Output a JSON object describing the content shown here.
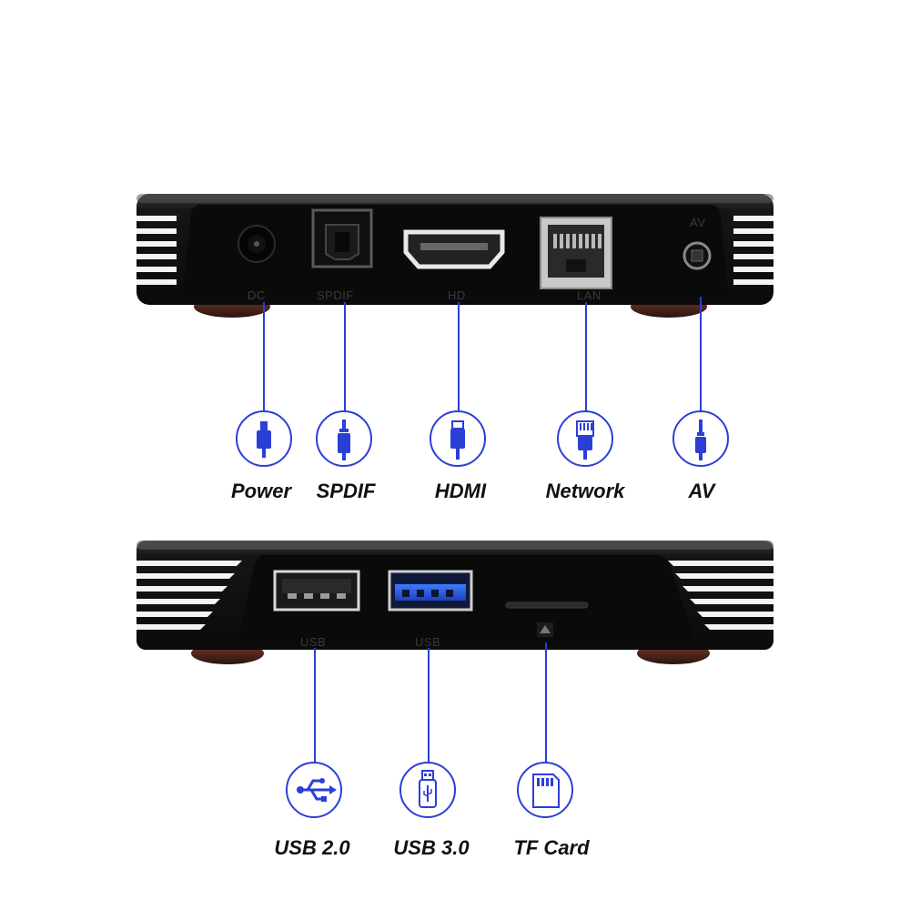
{
  "accent_color": "#2b3fd6",
  "top_panel": {
    "port_markings": {
      "dc": "DC",
      "spdif": "SPDIF",
      "hd": "HD",
      "lan": "LAN",
      "av": "AV"
    },
    "callouts": [
      {
        "label": "Power",
        "icon": "power-plug-icon"
      },
      {
        "label": "SPDIF",
        "icon": "audio-jack-icon"
      },
      {
        "label": "HDMI",
        "icon": "hdmi-cable-icon"
      },
      {
        "label": "Network",
        "icon": "rj45-connector-icon"
      },
      {
        "label": "AV",
        "icon": "av-jack-icon"
      }
    ]
  },
  "bottom_panel": {
    "port_markings": {
      "usb_a": "USB",
      "usb_b": "USB"
    },
    "callouts": [
      {
        "label": "USB 2.0",
        "icon": "usb-symbol-icon"
      },
      {
        "label": "USB 3.0",
        "icon": "usb-stick-icon"
      },
      {
        "label": "TF Card",
        "icon": "sd-card-icon"
      }
    ]
  }
}
